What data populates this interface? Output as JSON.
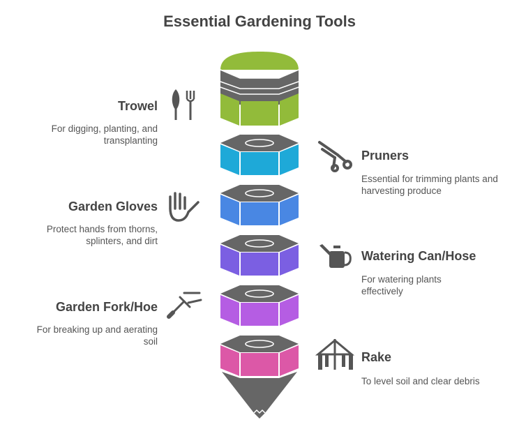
{
  "title": "Essential Gardening Tools",
  "items": [
    {
      "name": "Trowel",
      "desc": "For digging, planting, and transplanting",
      "icon": "trowel-fork-icon",
      "color": "#92bb3a"
    },
    {
      "name": "Pruners",
      "desc": "Essential for trimming plants and harvesting produce",
      "icon": "pruners-icon",
      "color": "#1ea9d8"
    },
    {
      "name": "Garden Gloves",
      "desc": "Protect hands from thorns, splinters, and dirt",
      "icon": "glove-icon",
      "color": "#4987e3"
    },
    {
      "name": "Watering Can/Hose",
      "desc": "For watering plants effectively",
      "icon": "watering-can-icon",
      "color": "#7b5fe2"
    },
    {
      "name": "Garden Fork/Hoe",
      "desc": "For breaking up and aerating soil",
      "icon": "garden-fork-icon",
      "color": "#b55de3"
    },
    {
      "name": "Rake",
      "desc": "To level soil and clear debris",
      "icon": "rake-icon",
      "color": "#dc58a7"
    }
  ]
}
